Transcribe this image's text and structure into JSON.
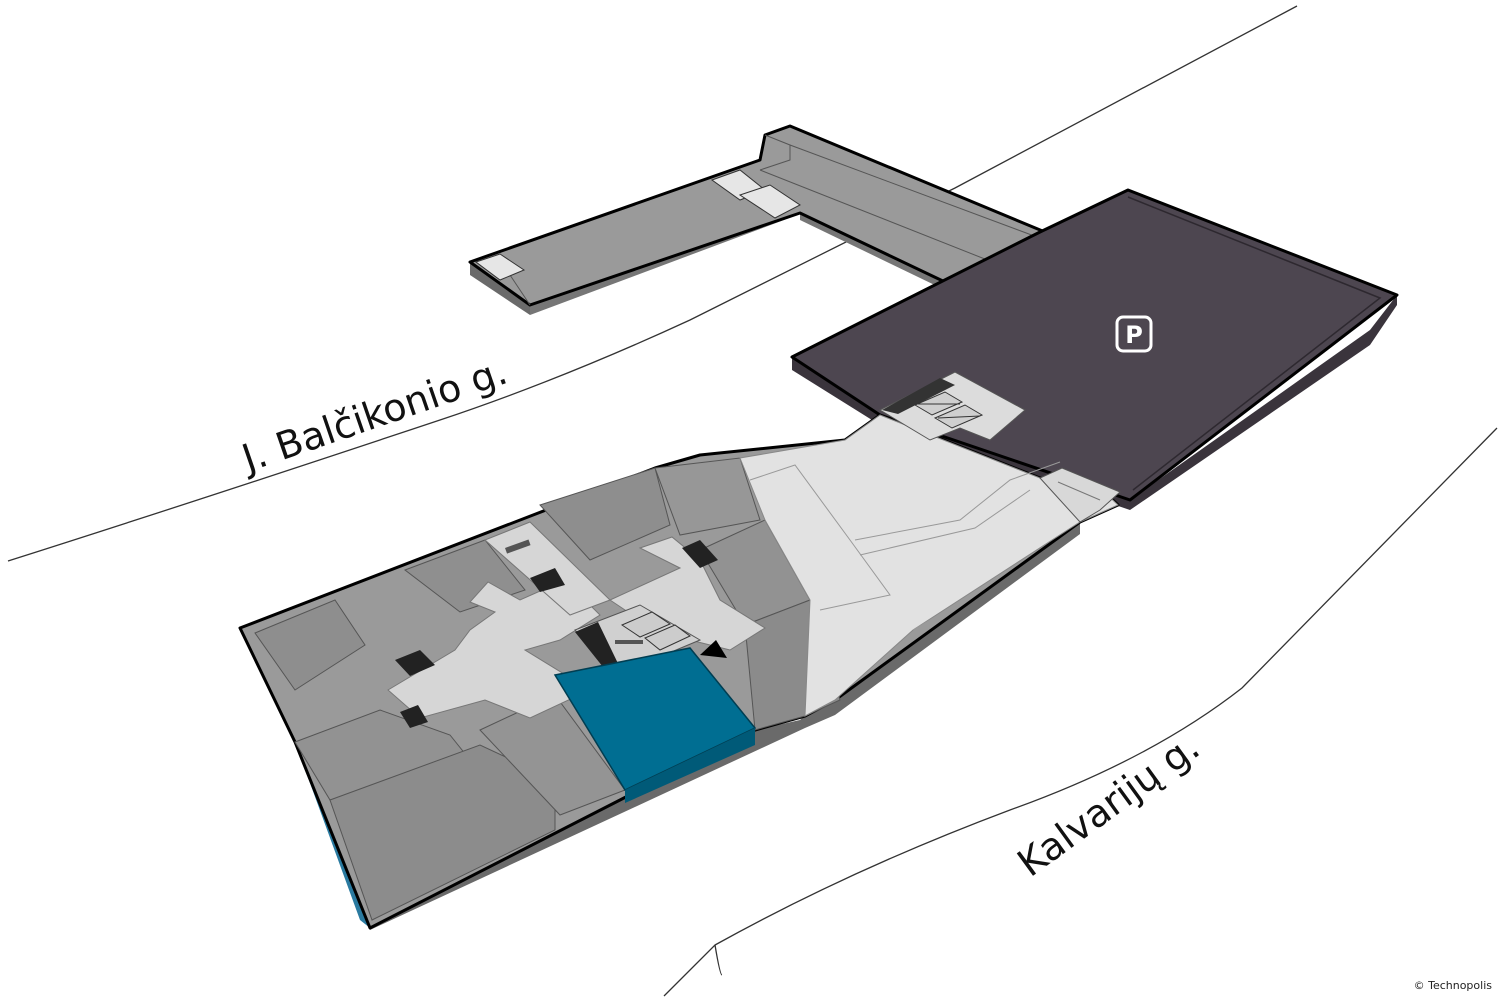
{
  "map": {
    "streets": [
      {
        "id": "balcikonio",
        "label": "J. Balčikonio g."
      },
      {
        "id": "kalvariju",
        "label": "Kalvarijų g."
      }
    ],
    "parking": {
      "label": "P"
    },
    "highlighted_unit": {
      "state": "selected"
    },
    "copyright": "© Technopolis"
  },
  "colors": {
    "wall": "#000000",
    "unit_gray": "#9a9a9a",
    "unit_gray_dark": "#7e7e7e",
    "unit_gray_side": "#6a6a6a",
    "corridor": "#d6d6d6",
    "corridor_light": "#e6e6e6",
    "parking": "#4d4650",
    "parking_rim": "#3a343c",
    "highlight": "#006e92",
    "highlight_side": "#005a78",
    "accent_blue": "#006e92"
  }
}
